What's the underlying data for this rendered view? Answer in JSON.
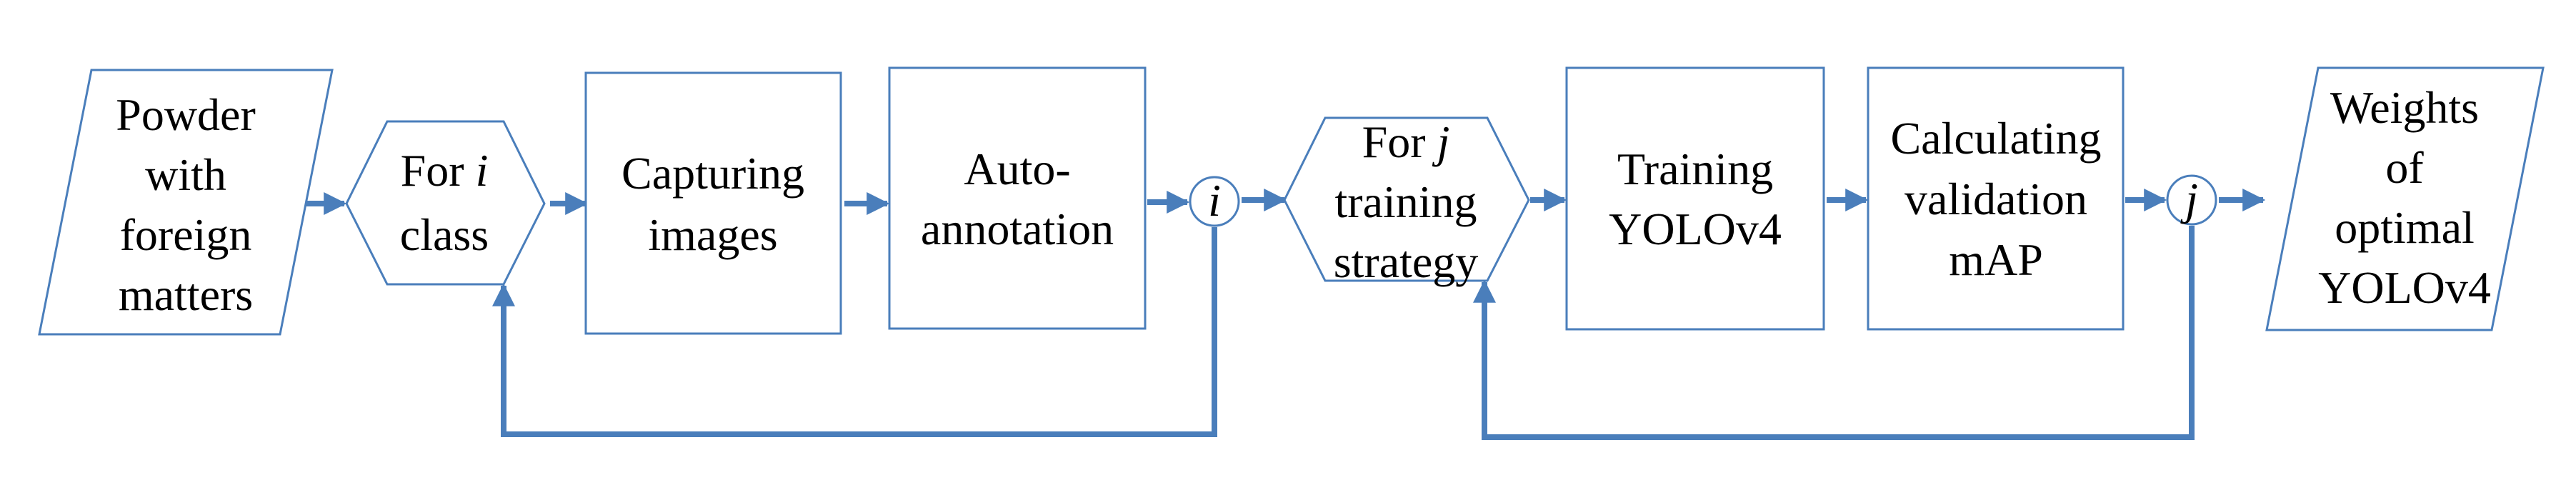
{
  "colors": {
    "accent": "#4a7ebb",
    "text": "#000000",
    "background": "#ffffff"
  },
  "nodes": {
    "input": {
      "lines": [
        "Powder",
        "with",
        "foreign",
        "matters"
      ]
    },
    "class_loop": {
      "prefix": "For",
      "var": "i",
      "line2": "class"
    },
    "capture": {
      "lines": [
        "Capturing",
        "images"
      ]
    },
    "annotate": {
      "lines": [
        "Auto-",
        "annotation"
      ]
    },
    "connector_i": {
      "label": "i"
    },
    "strategy_loop": {
      "prefix": "For",
      "var": "j",
      "line2": "training",
      "line3": "strategy"
    },
    "train": {
      "lines": [
        "Training",
        "YOLOv4"
      ]
    },
    "validate": {
      "lines": [
        "Calculating",
        "validation",
        "mAP"
      ]
    },
    "connector_j": {
      "label": "j"
    },
    "output": {
      "lines": [
        "Weights",
        "of",
        "optimal",
        "YOLOv4"
      ]
    }
  }
}
